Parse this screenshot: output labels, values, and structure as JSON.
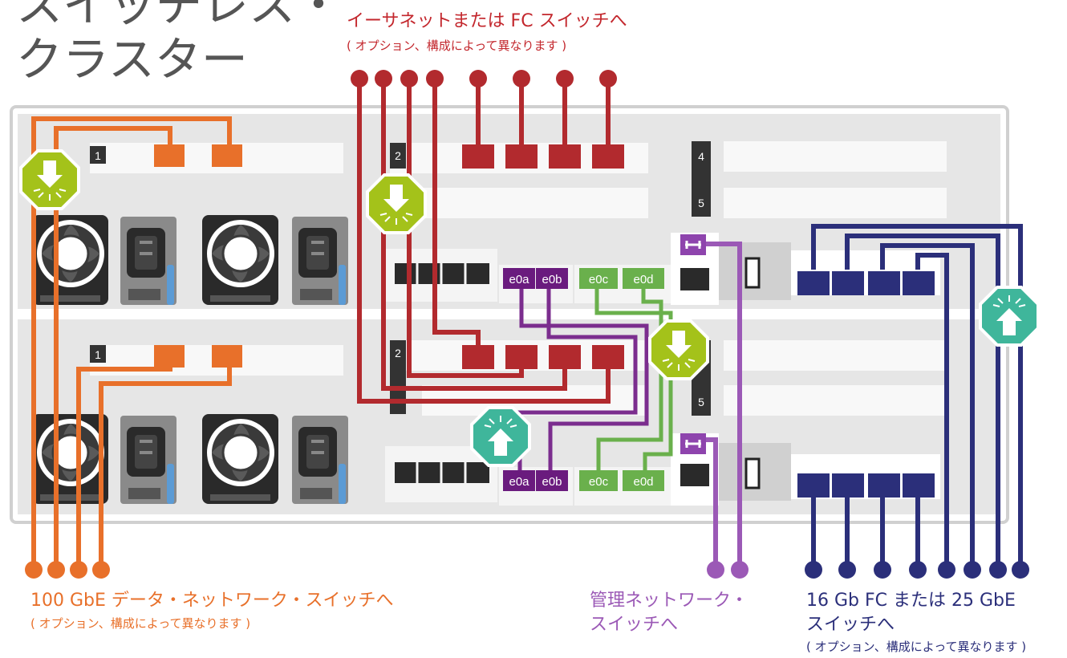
{
  "title": {
    "line1": "スイッチレス・",
    "line2": "クラスター"
  },
  "ethernet_fc": {
    "label": "イーサネットまたは FC スイッチへ",
    "note": "( オプション、構成によって異なります )"
  },
  "data_switch": {
    "label": "100 GbE データ・ネットワーク・スイッチへ",
    "note": "( オプション、構成によって異なります )"
  },
  "mgmt_switch": {
    "line1": "管理ネットワーク・",
    "line2": "スイッチへ"
  },
  "fc_switch": {
    "line1": "16 Gb FC または 25 GbE",
    "line2": "スイッチへ",
    "note": "( オプション、構成によって異なります )"
  },
  "slots": {
    "s1": "1",
    "s2": "2",
    "s4": "4",
    "s5": "5"
  },
  "ports": {
    "e0a": "e0a",
    "e0b": "e0b",
    "e0c": "e0c",
    "e0d": "e0d"
  },
  "colors": {
    "orange": "#e8702a",
    "red": "#b22a2e",
    "purple": "#7b2d8e",
    "lavender": "#9b59b6",
    "green": "#6ab04c",
    "navy": "#2b2f7a",
    "lime": "#a4c21a",
    "teal": "#3fb69b"
  }
}
